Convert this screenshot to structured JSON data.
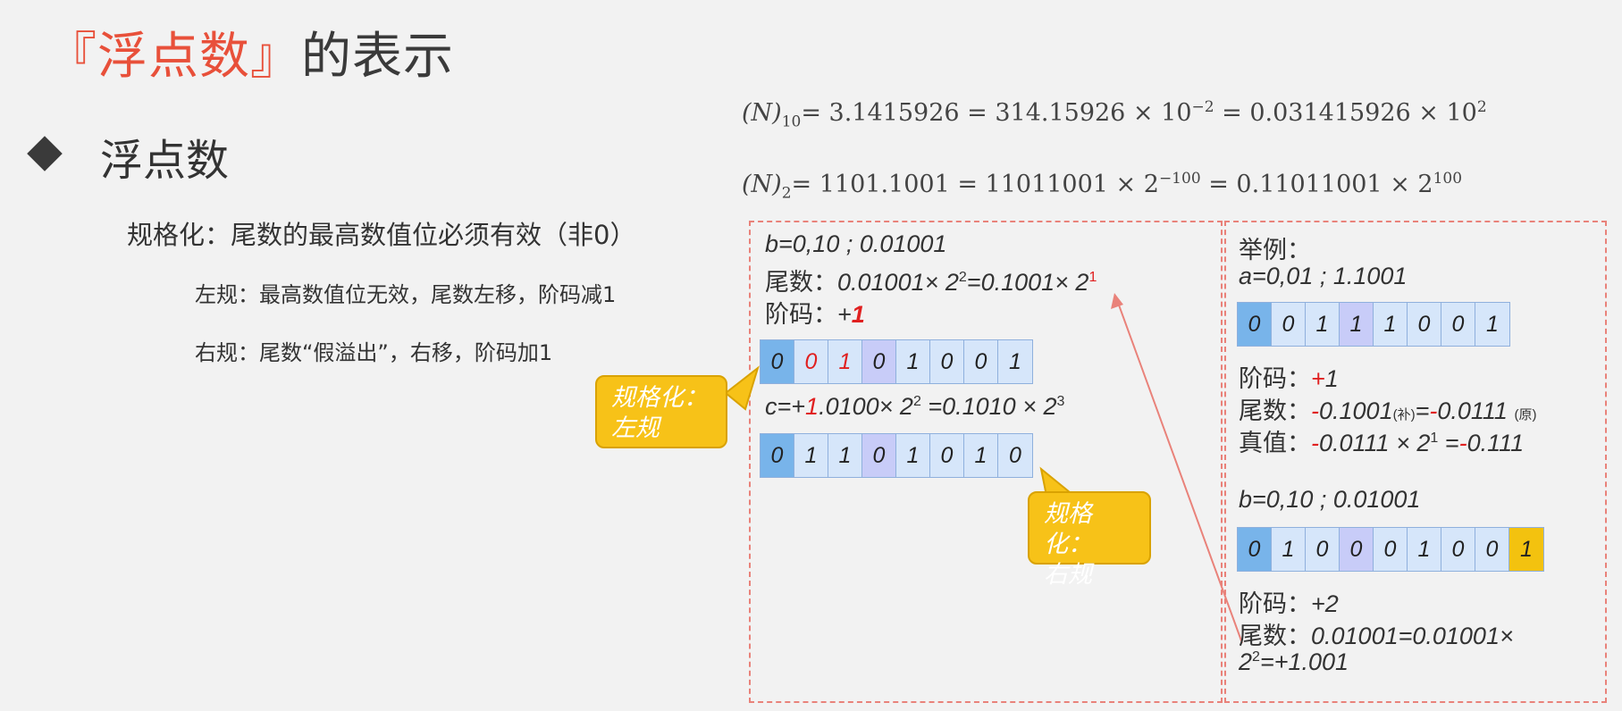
{
  "title": {
    "part1": "『浮点数』",
    "part2": "的表示"
  },
  "bullet": "浮点数",
  "line_normalize": "规格化：尾数的最高数值位必须有效（非0）",
  "line_left": "左规：最高数值位无效，尾数左移，阶码减1",
  "line_right": "右规：尾数“假溢出”，右移，阶码加1",
  "formula1": {
    "lhs": "(N)",
    "lhs_sub": "10",
    "body1": "= 3.1415926 = 314.15926 × 10",
    "exp1": "−2",
    "body2": " = 0.031415926 × 10",
    "exp2": "2"
  },
  "formula2": {
    "lhs": "(N)",
    "lhs_sub": "2",
    "body1": "= 1101.1001 = 11011001 × 2",
    "exp1": "−100",
    "body2": " = 0.11011001 × 2",
    "exp2": "100"
  },
  "left_box": {
    "b_line": "b=0,10 ; 0.01001",
    "mant_label": "尾数：",
    "mant_value": "0.01001× 2",
    "mant_exp": "2",
    "mant_value2": "=0.1001× 2",
    "mant_exp2": "1",
    "exp_label": "阶码：",
    "exp_sign": "+",
    "exp_value": "1",
    "bits1": [
      "0",
      "0",
      "1",
      "0",
      "1",
      "0",
      "0",
      "1"
    ],
    "c_prefix": "c=+",
    "c_red": "1",
    "c_rest": ".0100× 2",
    "c_exp": "2",
    "c_rest2": " =0.1010 × 2",
    "c_exp2": "3",
    "bits2": [
      "0",
      "1",
      "1",
      "0",
      "1",
      "0",
      "1",
      "0"
    ],
    "callout_left": [
      "规格化：",
      "左规"
    ],
    "callout_right": [
      "规格化：",
      "右规"
    ]
  },
  "right_box": {
    "example_label": "举例：",
    "a_line": "a=0,01 ; 1.1001",
    "bits_a": [
      "0",
      "0",
      "1",
      "1",
      "1",
      "0",
      "0",
      "1"
    ],
    "exp_label": "阶码：",
    "exp_sign": "+",
    "exp_value": "1",
    "mant_label": "尾数：",
    "mant_neg1": "-",
    "mant_val1": "0.1001",
    "mant_tag1": "(补)",
    "mant_eq": "=",
    "mant_neg2": "-",
    "mant_val2": "0.0111",
    "mant_tag2": "(原)",
    "true_label": "真值：",
    "true_neg": "-",
    "true_val": "0.0111 × 2",
    "true_exp": "1",
    "true_eq": " =",
    "true_neg2": "-",
    "true_val2": "0.111",
    "b_line": "b=0,10 ; 0.01001",
    "bits_b": [
      "0",
      "1",
      "0",
      "0",
      "0",
      "1",
      "0",
      "0",
      "1"
    ],
    "exp2_label": "阶码：",
    "exp2_value": "+2",
    "mant2_label": "尾数：",
    "mant2_value": "0.01001=0.01001×",
    "mant2_line2a": "2",
    "mant2_line2exp": "2",
    "mant2_line2b": "=+1.001"
  },
  "colors": {
    "title_red": "#e8503a",
    "accent_red": "#e02020",
    "sign_bit": "#78b4ea",
    "exp_bit": "#c8ccf8",
    "mant_bit": "#d6e6fa",
    "callout": "#f7c218",
    "dashed_border": "#e9827a"
  }
}
